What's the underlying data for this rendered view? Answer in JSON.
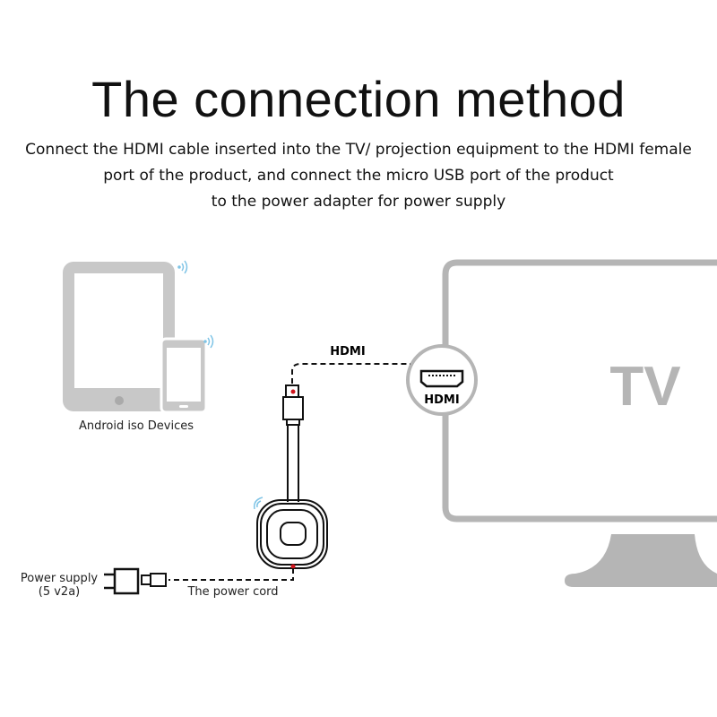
{
  "header": {
    "title": "The connection method",
    "description_lines": [
      "Connect the HDMI cable inserted into the TV/ projection equipment to the HDMI female",
      "port of the product, and connect the micro USB port of the product",
      "to the power adapter for power supply"
    ]
  },
  "diagram": {
    "devices_label": "Android iso Devices",
    "hdmi_cable_label": "HDMI",
    "hdmi_port_label": "HDMI",
    "tv_label": "TV",
    "power_supply_label": [
      "Power supply",
      "(5 v2a)"
    ],
    "power_cord_label": "The power cord",
    "colors": {
      "gray": "#b5b5b5",
      "device_gray": "#c8c8c8",
      "accent_red": "#d0141c",
      "wifi_blue": "#7fc4e6"
    }
  }
}
